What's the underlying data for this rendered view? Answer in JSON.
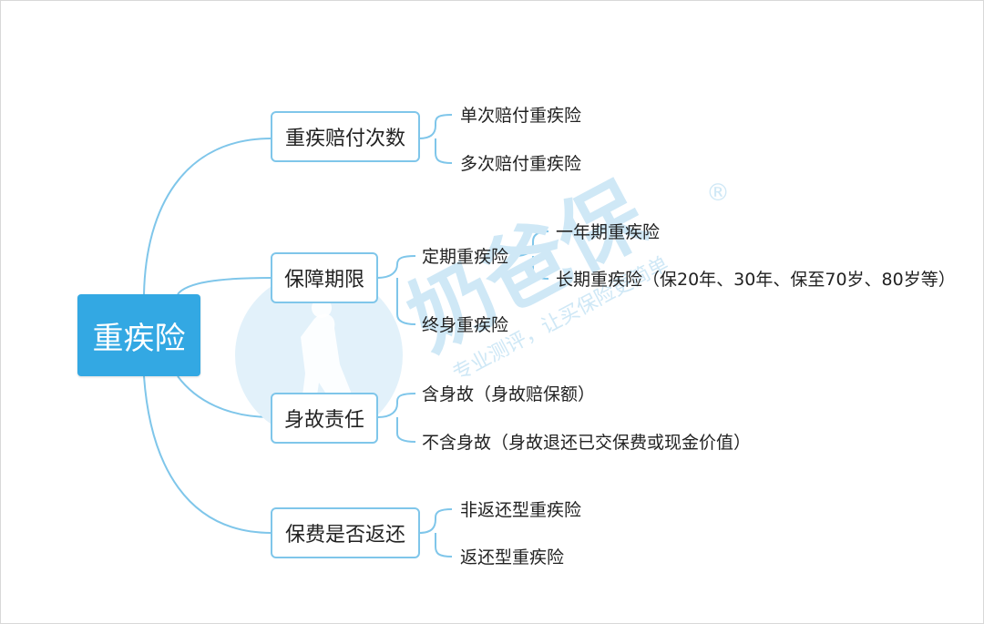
{
  "root": {
    "label": "重疾险"
  },
  "branches": [
    {
      "label": "重疾赔付次数",
      "children": [
        "单次赔付重疾险",
        "多次赔付重疾险"
      ]
    },
    {
      "label": "保障期限",
      "children": [
        "定期重疾险",
        "终身重疾险"
      ],
      "sub": {
        "parent": "定期重疾险",
        "children": [
          "一年期重疾险",
          "长期重疾险（保20年、30年、保至70岁、80岁等）"
        ]
      }
    },
    {
      "label": "身故责任",
      "children": [
        "含身故（身故赔保额）",
        "不含身故（身故退还已交保费或现金价值）"
      ]
    },
    {
      "label": "保费是否返还",
      "children": [
        "非返还型重疾险",
        "返还型重疾险"
      ]
    }
  ],
  "watermark": {
    "brand": "奶爸保",
    "slogan": "专业测评，让买保险更简单",
    "mark": "®"
  },
  "colors": {
    "root_fill": "#33a8e3",
    "branch_border": "#7fc6ea",
    "connector": "#7fc6ea",
    "watermark": "#cfe8f6"
  }
}
